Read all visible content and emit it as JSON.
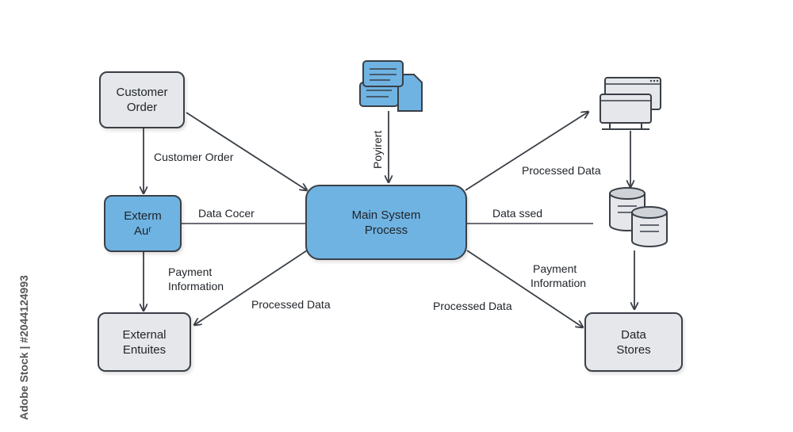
{
  "nodes": {
    "customer_order": {
      "line1": "Customer",
      "line2": "Order"
    },
    "external_au": {
      "line1": "Exterm",
      "line2": "Auʳ"
    },
    "main_process": {
      "line1": "Main System",
      "line2": "Process"
    },
    "external_entities": {
      "line1": "External",
      "line2": "Entuites"
    },
    "data_stores": {
      "line1": "Data",
      "line2": "Stores"
    }
  },
  "labels": {
    "customer_order_flow": "Customer Order",
    "data_cocer": "Data Cocer",
    "payment_info_left_1": "Payment",
    "payment_info_left_2": "Information",
    "processed_data_left": "Processed Data",
    "poyirert": "Poyirert",
    "processed_data_top_right": "Processed Data",
    "data_ssed": "Data ssed",
    "payment_info_right_1": "Payment",
    "payment_info_right_2": "Information",
    "processed_data_bottom_right": "Processed Data"
  },
  "watermark_side": "Adobe Stock | #2044124993",
  "icons": {
    "document": "documents-icon",
    "monitor": "monitor-windows-icon",
    "database": "database-icon"
  },
  "colors": {
    "blue_fill": "#6fb3e2",
    "gray_fill": "#e5e7ea",
    "stroke": "#3a3f47"
  }
}
